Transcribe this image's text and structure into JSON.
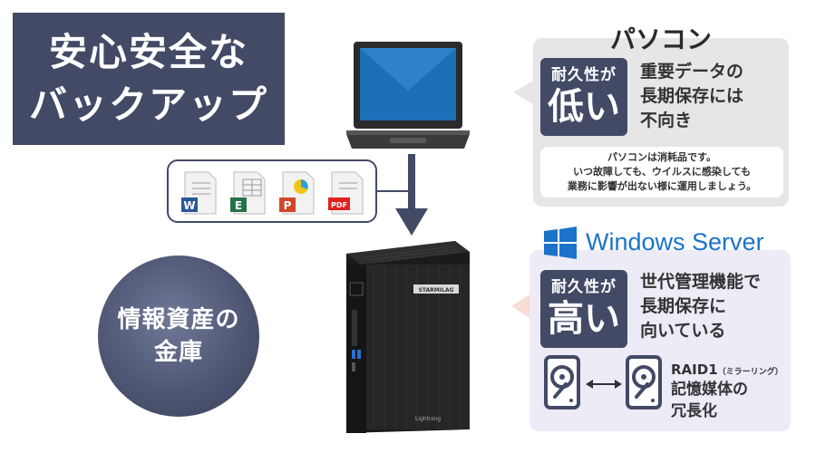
{
  "title": {
    "line1": "安心安全な",
    "line2": "バックアップ"
  },
  "vault": {
    "line1": "情報資産の",
    "line2": "金庫"
  },
  "files": {
    "word_letter": "W",
    "excel_letter": "E",
    "ppt_letter": "P",
    "pdf_label": "PDF"
  },
  "pc_panel": {
    "heading": "パソコン",
    "badge_small": "耐久性が",
    "badge_big": "低い",
    "desc": [
      "重要データの",
      "長期保存には",
      "不向き"
    ],
    "note": [
      "パソコンは消耗品です。",
      "いつ故障しても、ウイルスに感染しても",
      "業務に影響が出ない様に運用しましょう。"
    ]
  },
  "server_panel": {
    "brand": "Windows Server",
    "badge_small": "耐久性が",
    "badge_big": "高い",
    "desc": [
      "世代管理機能で",
      "長期保存に",
      "向いている"
    ],
    "raid_title": "RAID1",
    "raid_sub": "（ミラーリング）",
    "raid_desc": [
      "記憶媒体の",
      "冗長化"
    ]
  },
  "nas": {
    "brand": "STARMILAG",
    "sub": "Lightning"
  },
  "colors": {
    "navy": "#424a66",
    "windows_blue": "#1a73c9",
    "pc_panel": "#e6e6e6",
    "server_panel": "#ecebf6"
  }
}
